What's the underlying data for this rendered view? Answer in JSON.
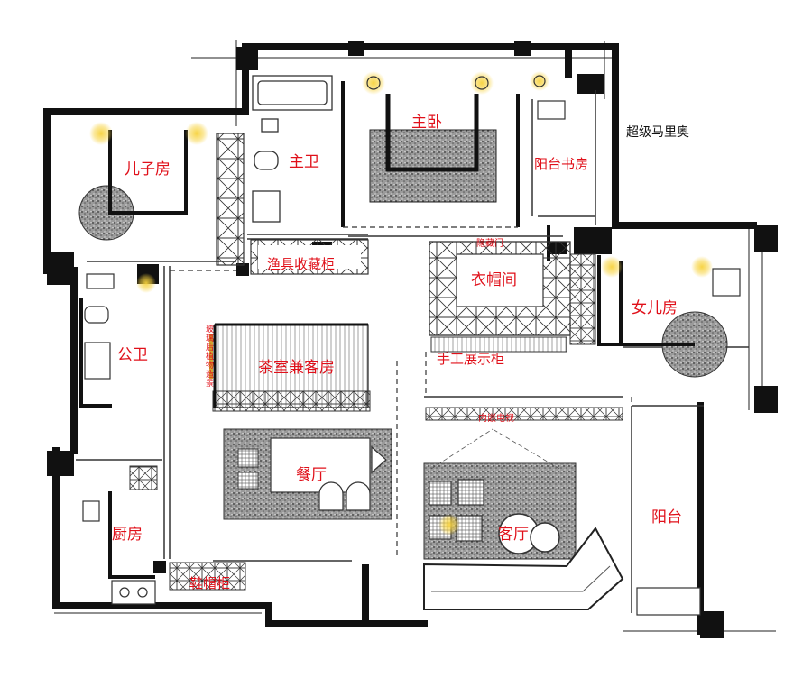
{
  "title": "超级马里奥",
  "rooms": {
    "son_room": "儿子房",
    "master_bath": "主卫",
    "master_bedroom": "主卧",
    "balcony_study": "阳台书房",
    "fishing_cabinet": "渔具收藏柜",
    "hidden_door": "隐藏门",
    "cloakroom": "衣帽间",
    "daughter_room": "女儿房",
    "public_bath": "公卫",
    "tea_room": "茶室兼客房",
    "glass_note": "玻璃后植物造景",
    "craft_cabinet": "手工展示柜",
    "tv_wall": "内嵌电视",
    "dining": "餐厅",
    "kitchen": "厨房",
    "living": "客厅",
    "balcony": "阳台",
    "shoe_cabinet": "鞋帽柜"
  },
  "colors": {
    "wall": "#111111",
    "line": "#444444",
    "label": "#e0101a",
    "light_glow": "#f7d23c"
  }
}
